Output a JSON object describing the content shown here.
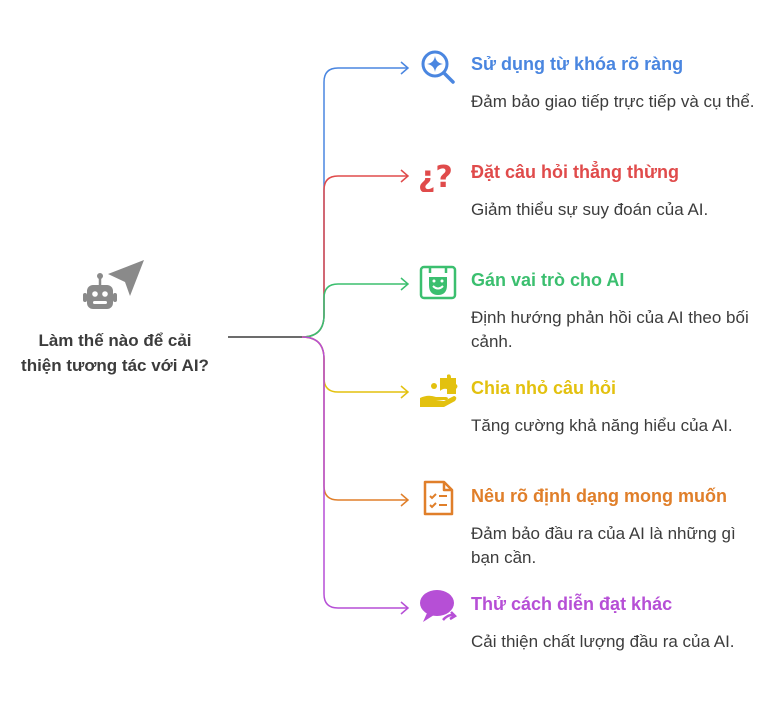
{
  "center": {
    "title": "Làm thế nào để cải thiện tương tác với AI?",
    "icon": "robot-with-paper-plane-icon",
    "color": "#8a8a8a"
  },
  "branches": [
    {
      "title": "Sử dụng từ khóa rõ ràng",
      "desc": "Đảm bảo giao tiếp trực tiếp và cụ thể.",
      "color": "#4a86e0",
      "icon": "search-sparkle-icon"
    },
    {
      "title": "Đặt câu hỏi thẳng thừng",
      "desc": "Giảm thiểu sự suy đoán của AI.",
      "color": "#e04b4b",
      "icon": "question-marks-icon"
    },
    {
      "title": "Gán vai trò cho AI",
      "desc": "Định hướng phản hồi của AI theo bối cảnh.",
      "color": "#3bbf6f",
      "icon": "theater-masks-icon"
    },
    {
      "title": "Chia nhỏ câu hỏi",
      "desc": "Tăng cường khả năng hiểu của AI.",
      "color": "#e3c10f",
      "icon": "puzzle-hand-icon"
    },
    {
      "title": "Nêu rõ định dạng mong muốn",
      "desc": "Đảm bảo đầu ra của AI là những gì bạn cần.",
      "color": "#e07f2a",
      "icon": "checklist-icon"
    },
    {
      "title": "Thử cách diễn đạt khác",
      "desc": "Cải thiện chất lượng đầu ra của AI.",
      "color": "#b64fd6",
      "icon": "speech-bubble-icon"
    }
  ]
}
